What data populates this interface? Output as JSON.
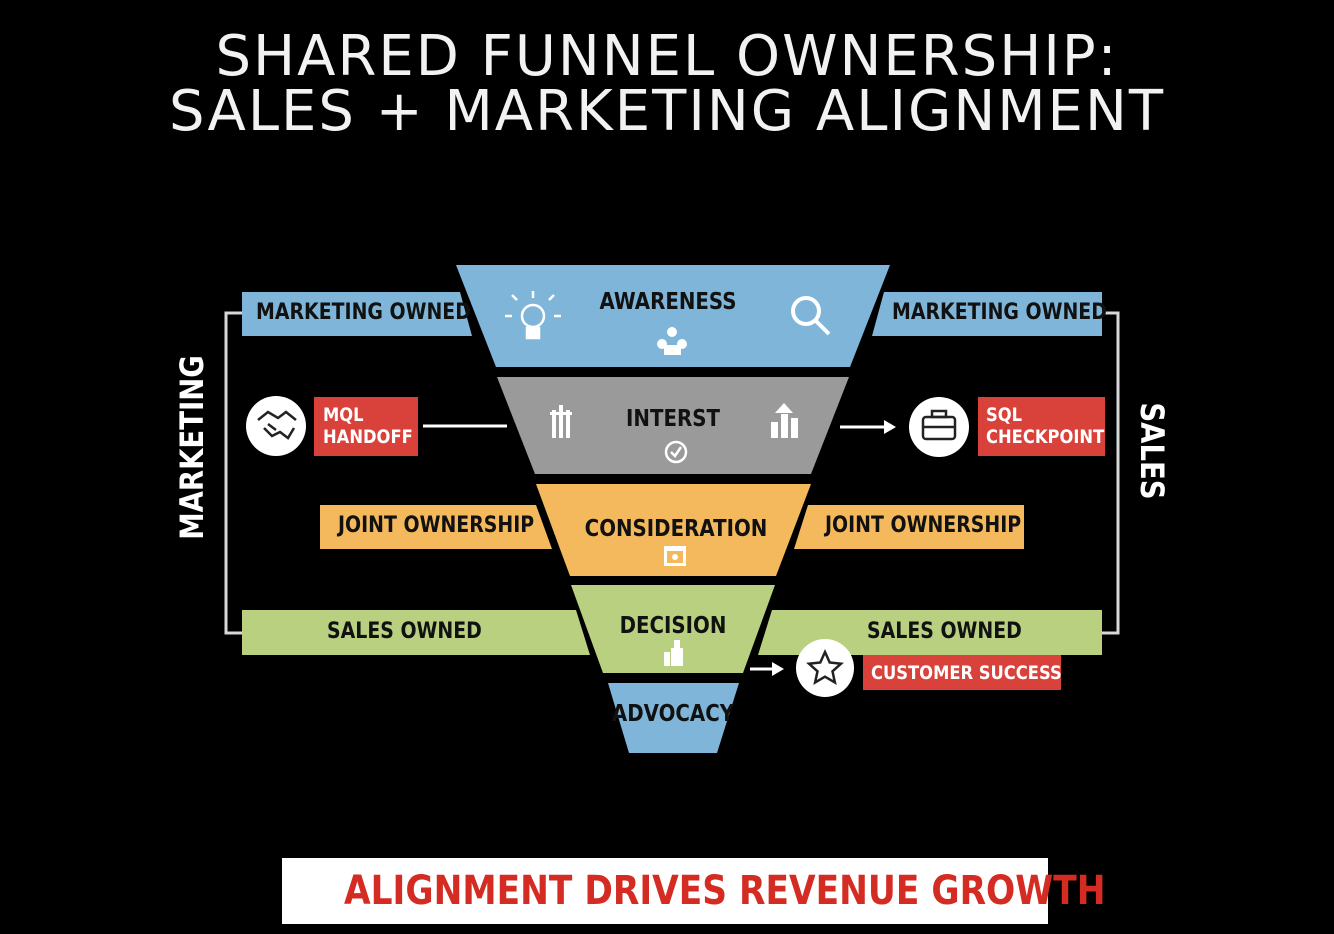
{
  "title": {
    "line1": "SHARED FUNNEL OWNERSHIP:",
    "line2": "SALES + MARKETING ALIGNMENT"
  },
  "sides": {
    "left": "MARKETING",
    "right": "SALES"
  },
  "stages": [
    {
      "label": "AWARENESS",
      "color": "#7fb5d8",
      "icons": [
        "lightbulb-icon",
        "search-icon",
        "network-icon"
      ]
    },
    {
      "label": "INTERST",
      "color": "#9a9a9a",
      "icons": [
        "building-icon",
        "growth-chart-icon",
        "check-circle-icon"
      ]
    },
    {
      "label": "CONSIDERATION",
      "color": "#f3b95c",
      "icons": [
        "calendar-icon"
      ]
    },
    {
      "label": "DECISION",
      "color": "#b8d07f",
      "icons": [
        "thumbs-up-icon"
      ]
    },
    {
      "label": "ADVOCACY",
      "color": "#7fb5d8",
      "icons": []
    }
  ],
  "ownership": {
    "marketing_left": "MARKETING OWNED",
    "marketing_right": "MARKETING OWNED",
    "joint_left": "JOINT OWNERSHIP",
    "joint_right": "JOINT OWNERSHIP",
    "sales_left": "SALES OWNED",
    "sales_right": "SALES OWNED"
  },
  "handoffs": {
    "mql_line1": "MQL",
    "mql_line2": "HANDOFF",
    "sql_line1": "SQL",
    "sql_line2": "CHECKPOINT",
    "customer_success": "CUSTOMER SUCCESS"
  },
  "footer": "ALIGNMENT DRIVES REVENUE GROWTH",
  "colors": {
    "blue": "#7fb5d8",
    "gray": "#9a9a9a",
    "orange": "#f3b95c",
    "green": "#b8d07f",
    "red": "#d8423a",
    "footer_text": "#d42b22"
  }
}
